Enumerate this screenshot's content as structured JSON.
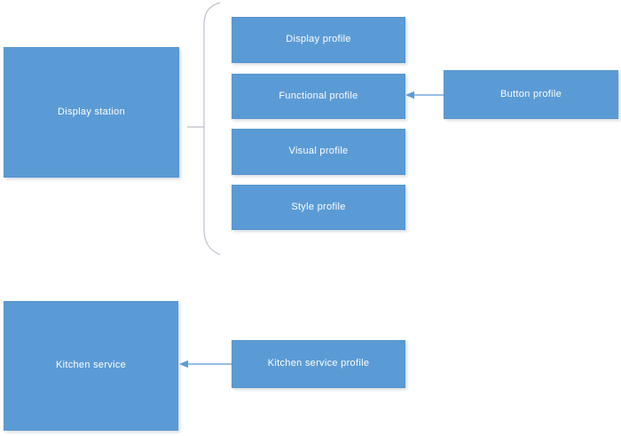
{
  "diagram": {
    "nodes": {
      "display_station": {
        "label": "Display station"
      },
      "display_profile": {
        "label": "Display profile"
      },
      "functional_profile": {
        "label": "Functional profile"
      },
      "visual_profile": {
        "label": "Visual profile"
      },
      "style_profile": {
        "label": "Style profile"
      },
      "button_profile": {
        "label": "Button profile"
      },
      "kitchen_service": {
        "label": "Kitchen service"
      },
      "kitchen_service_profile": {
        "label": "Kitchen service profile"
      }
    },
    "connections": [
      {
        "from": "Display station",
        "to": "Display profile, Functional profile, Visual profile, Style profile",
        "type": "brace-group"
      },
      {
        "from": "Button profile",
        "to": "Functional profile",
        "type": "arrow"
      },
      {
        "from": "Kitchen service profile",
        "to": "Kitchen service",
        "type": "arrow"
      }
    ],
    "colors": {
      "node_fill": "#5b9bd5",
      "node_text": "#ffffff",
      "arrow_line": "#5b9bd5",
      "brace_line": "#bcc1cb",
      "background": "#ffffff"
    }
  }
}
